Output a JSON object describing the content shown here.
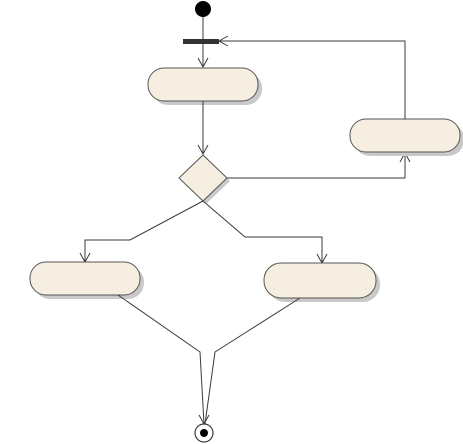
{
  "diagram": {
    "type": "uml-activity",
    "colors": {
      "action_fill": "#f6efe1",
      "stroke": "#3a3a3a",
      "shadow": "#c9c9c9",
      "node_fill": "#000000"
    },
    "nodes": [
      {
        "id": "initial",
        "kind": "initial-node",
        "label": ""
      },
      {
        "id": "fork",
        "kind": "fork-bar",
        "label": ""
      },
      {
        "id": "action-top",
        "kind": "action",
        "label": ""
      },
      {
        "id": "action-right",
        "kind": "action",
        "label": ""
      },
      {
        "id": "decision",
        "kind": "decision",
        "label": ""
      },
      {
        "id": "action-left",
        "kind": "action",
        "label": ""
      },
      {
        "id": "action-bottom-right",
        "kind": "action",
        "label": ""
      },
      {
        "id": "final",
        "kind": "activity-final-node",
        "label": ""
      }
    ],
    "edges": [
      {
        "from": "initial",
        "to": "fork"
      },
      {
        "from": "fork",
        "to": "action-top"
      },
      {
        "from": "action-top",
        "to": "decision"
      },
      {
        "from": "decision",
        "to": "action-right"
      },
      {
        "from": "action-right",
        "to": "fork"
      },
      {
        "from": "decision",
        "to": "action-left"
      },
      {
        "from": "decision",
        "to": "action-bottom-right"
      },
      {
        "from": "action-left",
        "to": "final"
      },
      {
        "from": "action-bottom-right",
        "to": "final"
      }
    ]
  }
}
